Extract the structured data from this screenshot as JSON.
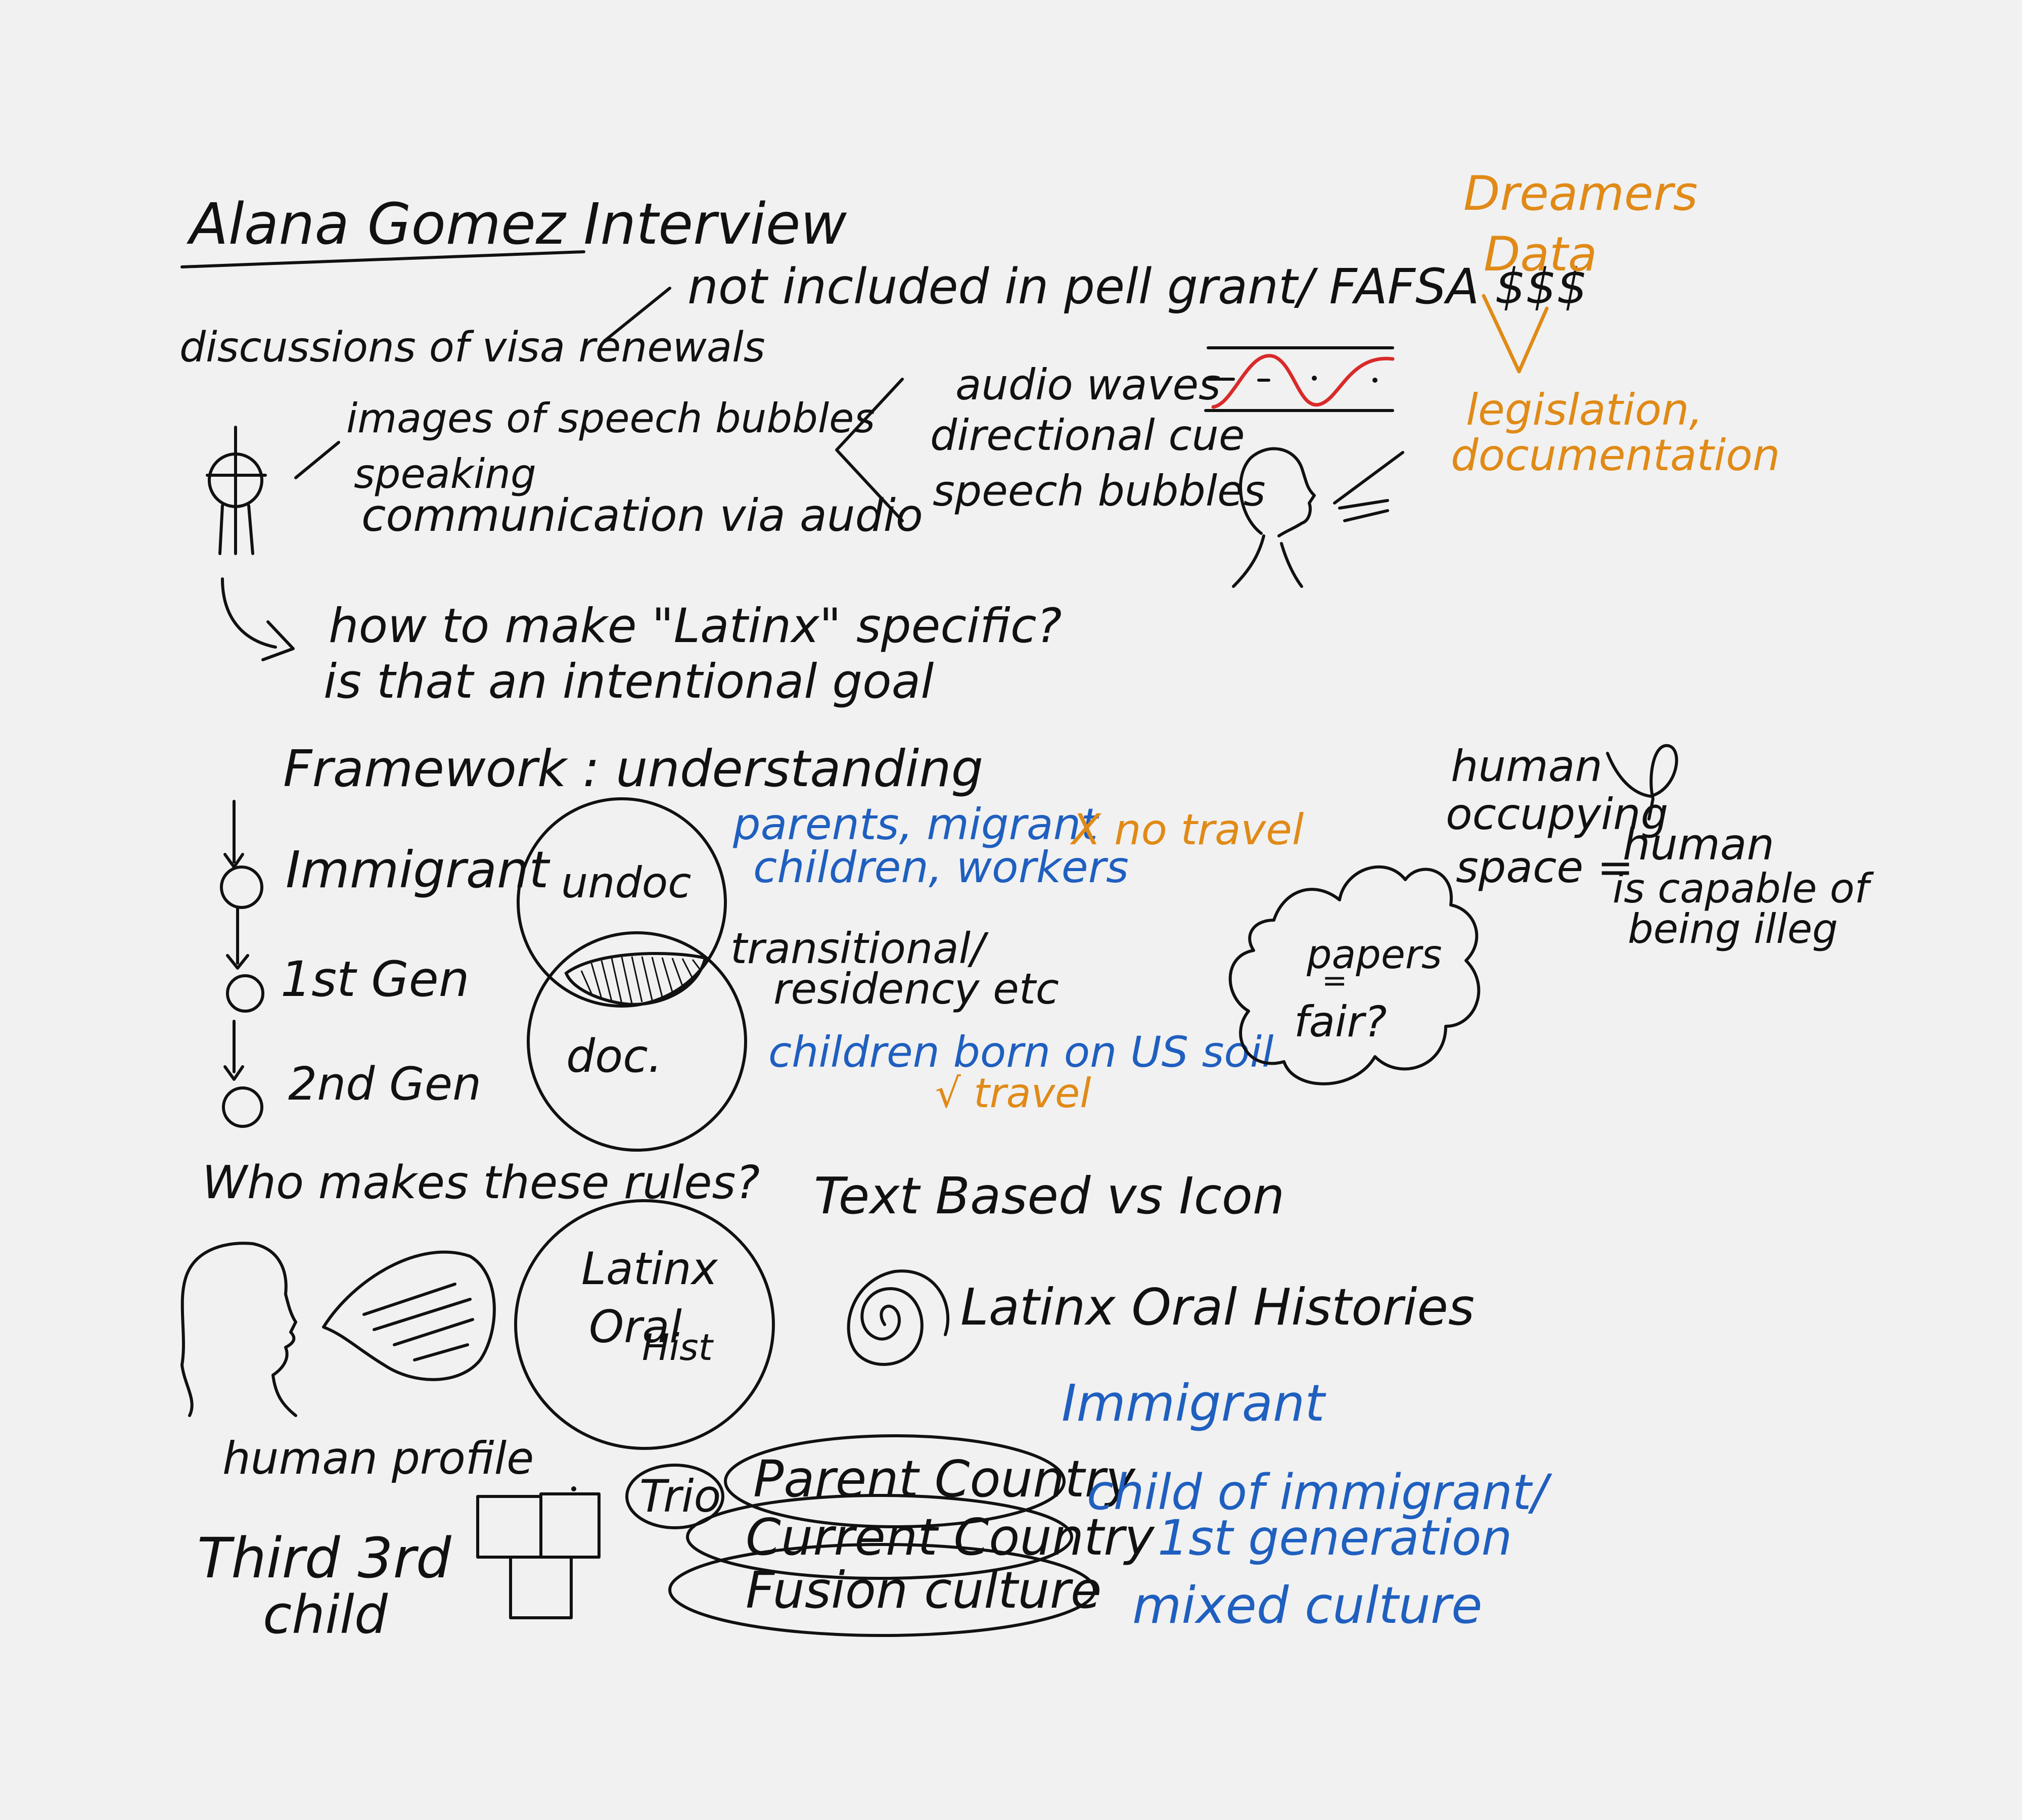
{
  "notes": {
    "title": "Alana Gomez Interview",
    "visa": "discussions of visa renewals",
    "pell": "not included in pell grant/ FAFSA $$$",
    "speech_bubbles": [
      "images of speech bubbles",
      "speaking",
      "communication via audio"
    ],
    "audio": [
      "audio waves",
      "directional cue",
      "speech bubbles"
    ],
    "latinx_q": [
      "how to make \"Latinx\" specific?",
      "is that an intentional goal"
    ],
    "framework": "Framework : understanding",
    "generations": [
      "Immigrant",
      "1st Gen",
      "2nd Gen"
    ],
    "venn": {
      "undoc": "undoc",
      "doc": "doc."
    },
    "parents_migrant": [
      "parents, migrant",
      "children, workers"
    ],
    "no_travel": "X no travel",
    "transitional": [
      "transitional/",
      "residency etc"
    ],
    "children_born": "children born on US soil",
    "check_travel": "√ travel",
    "papers": [
      "papers",
      "=",
      "fair?"
    ],
    "human_space": [
      "human",
      "occupying",
      "space ="
    ],
    "human_capable": [
      "human",
      "is capable of",
      "being illeg"
    ],
    "rules": "Who makes these rules?",
    "text_vs_icon": "Text Based vs Icon",
    "circle_label": [
      "Latinx",
      "Oral",
      "Hist"
    ],
    "oral_histories": "Latinx Oral Histories",
    "human_profile": "human profile",
    "third_child": [
      "Third 3rd",
      "child"
    ],
    "trio": "Trio",
    "trio_items": [
      "Parent Country",
      "Current Country",
      "Fusion culture"
    ],
    "blue_list": [
      "Immigrant",
      "child of immigrant/",
      "1st generation",
      "mixed culture"
    ],
    "dreamers": [
      "Dreamers",
      "Data"
    ],
    "legislation": [
      "legislation,",
      "documentation"
    ]
  },
  "colors": {
    "background": "#f1f1f1",
    "ink_black": "#111111",
    "ink_blue": "#1f5fbf",
    "ink_orange": "#e08a17",
    "ink_red": "#d92a2a"
  }
}
